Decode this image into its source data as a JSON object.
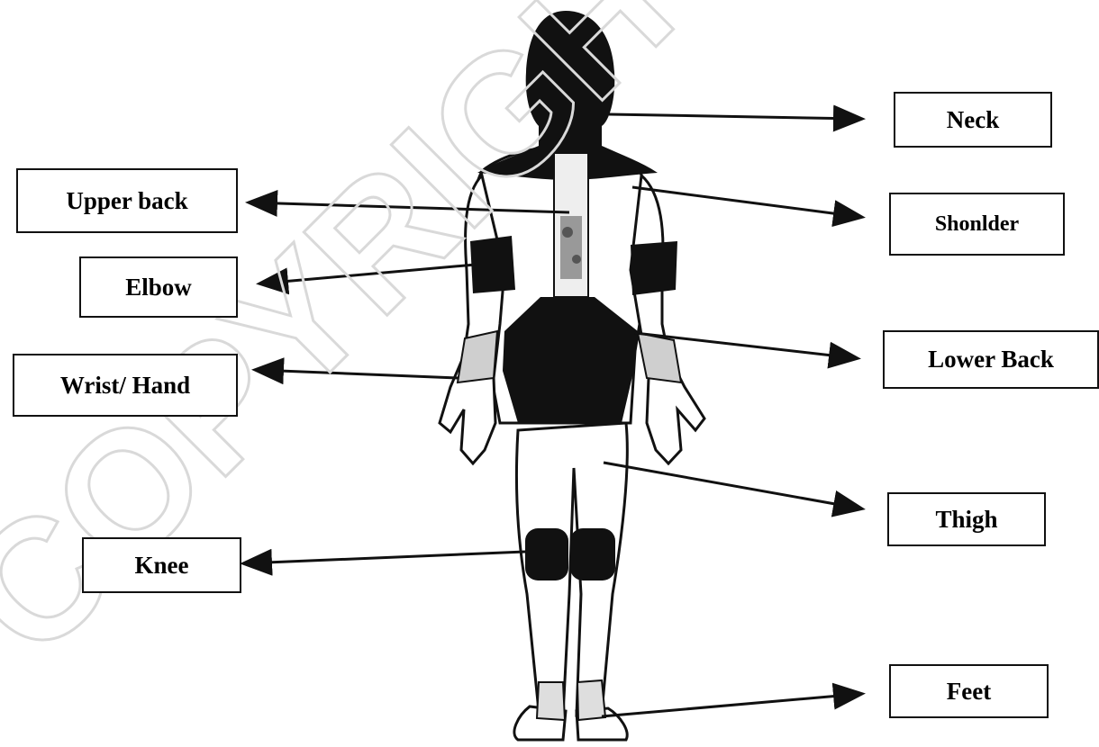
{
  "labels": {
    "neck": "Neck",
    "shoulder": "Shonlder",
    "upper_back": "Upper back",
    "elbow": "Elbow",
    "wrist_hand": "Wrist/ Hand",
    "lower_back": "Lower Back",
    "thigh": "Thigh",
    "knee": "Knee",
    "feet": "Feet"
  },
  "watermark": "COPYRIGHT",
  "colors": {
    "ink": "#111111",
    "highlight": "#000000",
    "shade": "#7a7a7a",
    "watermark": "#d9d9d9"
  }
}
